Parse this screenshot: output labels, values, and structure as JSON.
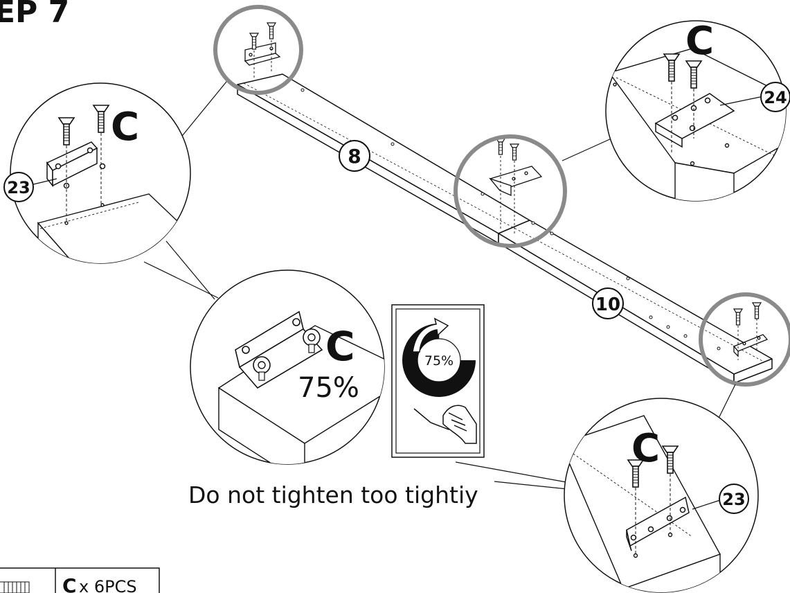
{
  "step_title": "EP 7",
  "parts": {
    "rail_left": "8",
    "rail_right": "10",
    "bracket_end": "23",
    "bracket_middle": "24"
  },
  "screw_letter": "C",
  "tighten_percent": "75%",
  "warning": "Do not tighten too tightiy",
  "hardware": {
    "letter": "C",
    "quantity": "x 6PCS"
  }
}
